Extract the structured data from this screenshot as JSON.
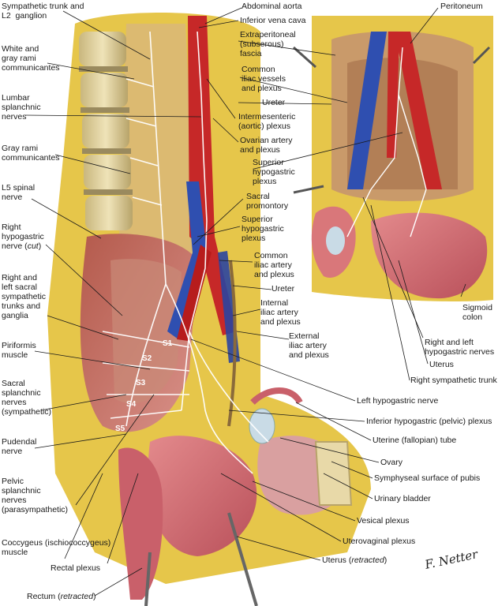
{
  "labels": {
    "symp_trunk": "Sympathetic trunk and\nL2  ganglion",
    "white_gray_rami": "White and\ngray rami\ncommunicantes",
    "lumbar_splanchnic": "Lumbar\nsplanchnic\nnerves",
    "gray_rami": "Gray rami\ncommunicantes",
    "l5_nerve": "L5 spinal\nnerve",
    "right_hypogastric_nerve": "Right\nhypogastric\nnerve (",
    "right_hypogastric_nerve_note": "cut",
    "sacral_trunks": "Right and\nleft sacral\nsympathetic\ntrunks and\nganglia",
    "piriformis": "Piriformis\nmuscle",
    "sacral_splanchnic": "Sacral\nsplanchnic\nnerves\n(sympathetic)",
    "pudendal": "Pudendal\nnerve",
    "pelvic_splanchnic": "Pelvic\nsplanchnic\nnerves\n(parasympathetic)",
    "coccygeus": "Coccygeus (ischiococcygeus)\nmuscle",
    "rectal_plexus": "Rectal plexus",
    "rectum": "Rectum (",
    "rectum_note": "retracted",
    "abdominal_aorta": "Abdominal aorta",
    "ivc": "Inferior vena cava",
    "extraperitoneal": "Extraperitoneal\n(subserous)\nfascia",
    "common_iliac_vessels": "Common\niliac vessels\nand plexus",
    "ureter_top": "Ureter",
    "intermesenteric": "Intermesenteric\n(aortic) plexus",
    "ovarian": "Ovarian artery\nand plexus",
    "superior_hypogastric_top": "Superior\nhypogastric\nplexus",
    "sacral_promontory": "Sacral\npromontory",
    "superior_hypogastric": "Superior\nhypogastric\nplexus",
    "common_iliac_artery": "Common\niliac artery\nand plexus",
    "ureter": "Ureter",
    "internal_iliac": "Internal\niliac artery\nand plexus",
    "external_iliac": "External\niliac artery\nand plexus",
    "left_hypogastric": "Left hypogastric nerve",
    "inferior_hypogastric": "Inferior hypogastric (pelvic) plexus",
    "uterine_tube": "Uterine (fallopian) tube",
    "ovary": "Ovary",
    "symphyseal": "Symphyseal surface of pubis",
    "urinary_bladder": "Urinary bladder",
    "vesical": "Vesical plexus",
    "uterovaginal": "Uterovaginal plexus",
    "uterus_retracted": "Uterus (",
    "uterus_retracted_note": "retracted",
    "peritoneum": "Peritoneum",
    "sigmoid": "Sigmoid\ncolon",
    "right_left_hypogastric": "Right and left\nhypogastric nerves",
    "uterus": "Uterus",
    "right_symp_trunk": "Right sympathetic trunk"
  },
  "segments": {
    "s1": "S1",
    "s2": "S2",
    "s3": "S3",
    "s4": "S4",
    "s5": "S5"
  },
  "signature": "F. Netter",
  "colors": {
    "artery": "#c62828",
    "vein": "#2f4fb0",
    "nerve": "#ffffff",
    "bone": "#e8d9a8",
    "fat": "#e8c43a",
    "muscle": "#c26a5a",
    "organ": "#d9777a"
  }
}
